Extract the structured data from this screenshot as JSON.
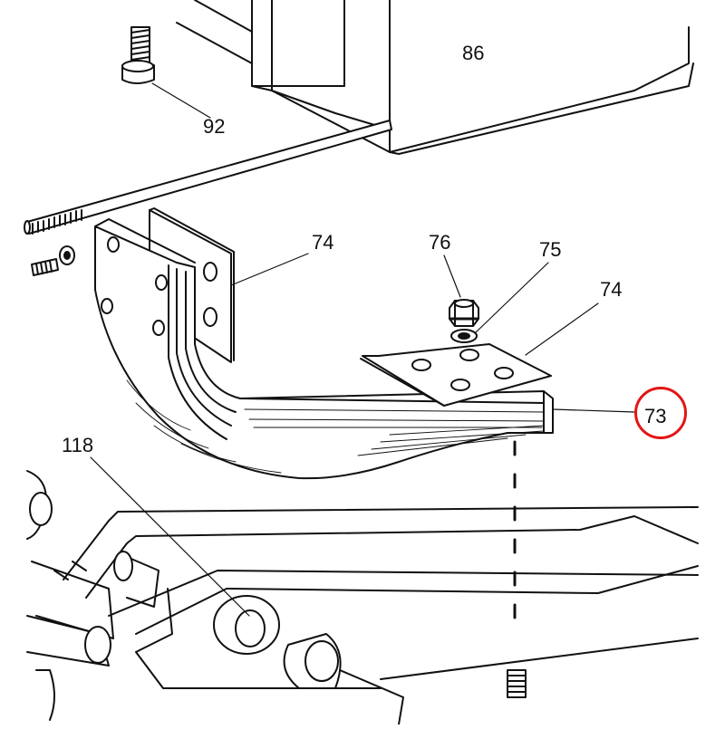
{
  "labels": {
    "part_86": "86",
    "part_92": "92",
    "part_74_left": "74",
    "part_76": "76",
    "part_75": "75",
    "part_74_right": "74",
    "part_118": "118",
    "part_73": "73"
  },
  "highlight": {
    "part": "73",
    "color": "#e31515"
  }
}
